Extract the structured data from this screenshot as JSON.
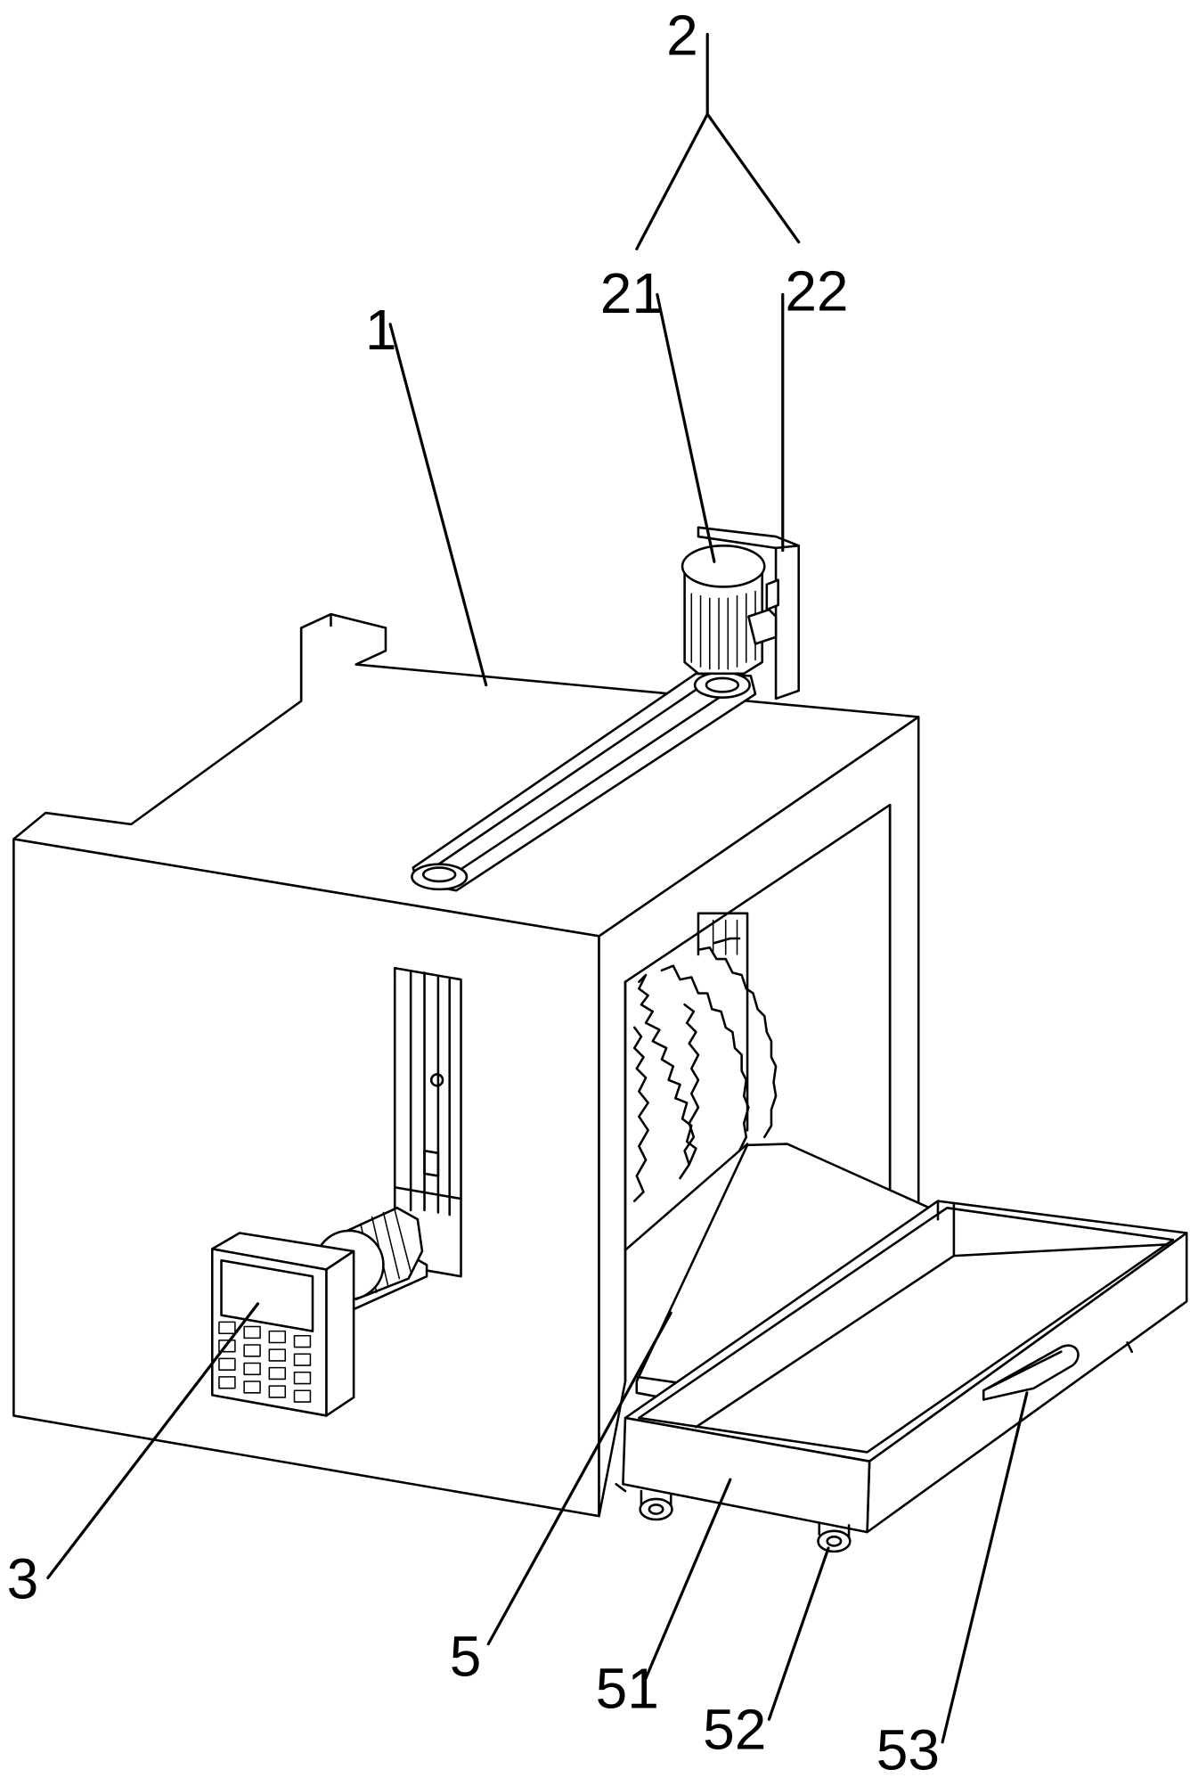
{
  "labels": {
    "l1": "1",
    "l2": "2",
    "l21": "21",
    "l22": "22",
    "l3": "3",
    "l5": "5",
    "l51": "51",
    "l52": "52",
    "l53": "53"
  }
}
